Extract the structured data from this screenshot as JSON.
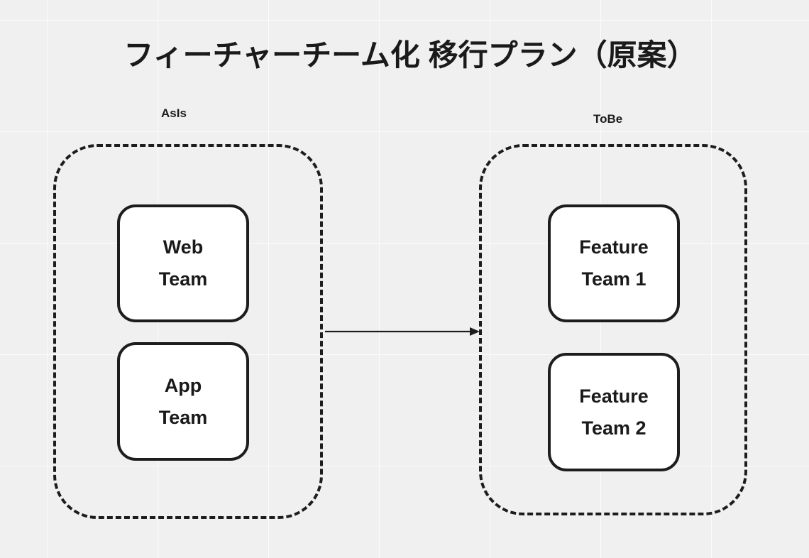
{
  "diagram": {
    "title": "フィーチャーチーム化 移行プラン（原案）",
    "background_color": "#f0f0f0",
    "stroke_color": "#1d1d1d",
    "box_fill_color": "#ffffff",
    "groups": [
      {
        "id": "asis",
        "label": "AsIs",
        "boxes": [
          {
            "id": "web-team",
            "label": "Web\nTeam"
          },
          {
            "id": "app-team",
            "label": "App\nTeam"
          }
        ]
      },
      {
        "id": "tobe",
        "label": "ToBe",
        "boxes": [
          {
            "id": "feature-team-1",
            "label": "Feature\nTeam 1"
          },
          {
            "id": "feature-team-2",
            "label": "Feature\nTeam 2"
          }
        ]
      }
    ],
    "connector": {
      "id": "asis-to-tobe-arrow",
      "from": "asis",
      "to": "tobe",
      "style": "solid-arrow",
      "label": ""
    }
  }
}
